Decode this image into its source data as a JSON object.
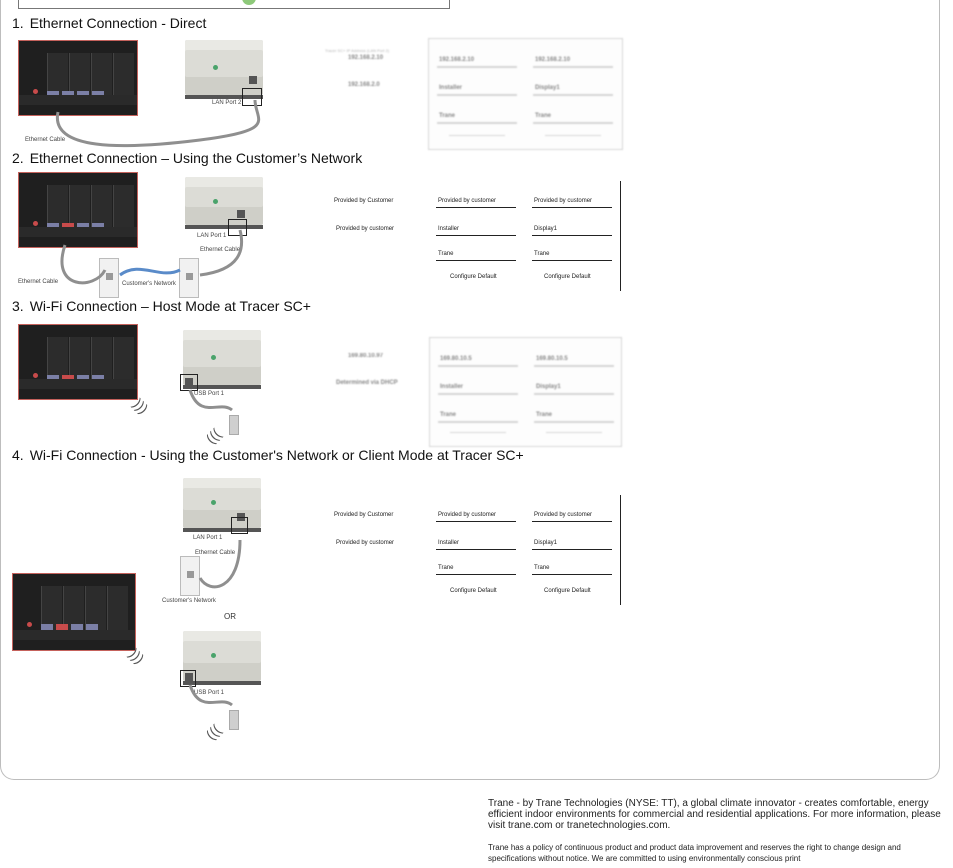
{
  "sections": [
    {
      "number": "1.",
      "title": "Ethernet Connection - Direct"
    },
    {
      "number": "2.",
      "title": "Ethernet Connection – Using the Customer’s Network"
    },
    {
      "number": "3.",
      "title": "Wi-Fi Connection – Host Mode at Tracer SC+"
    },
    {
      "number": "4.",
      "title": "Wi-Fi Connection - Using the Customer's Network or Client Mode at Tracer SC+"
    }
  ],
  "diagram_labels": {
    "lan_port_2": "LAN Port 2",
    "lan_port_1": "LAN Port 1",
    "usb_port_1": "USB Port 1",
    "ethernet_cable": "Ethernet Cable",
    "customers_network": "Customer's Network",
    "or": "OR"
  },
  "login_forms": {
    "section1": {
      "ip_left": "192.168.2.10",
      "ip_right": "192.168.2.10",
      "ip_left_caption": "Tracer SC+ IP Address (LAN Port 2)",
      "subnet": "192.168.2.0",
      "user_left": "Installer",
      "user_right": "Display1",
      "pass_left": "Trane",
      "pass_right": "Trane"
    },
    "section2": {
      "ip_top": "Provided by Customer",
      "ip_mid": "Provided by customer",
      "user_left": "Installer",
      "user_right": "Display1",
      "pass_left": "Trane",
      "pass_right": "Trane",
      "btn_left": "Configure Default",
      "btn_right": "Configure Default",
      "ip_left": "Provided by customer",
      "ip_right": "Provided by customer"
    },
    "section3": {
      "ip_left": "169.80.10.5",
      "ip_right": "169.80.10.5",
      "subnet_top": "169.80.10.97",
      "subnet_bottom": "Determined via DHCP",
      "user_left": "Installer",
      "user_right": "Display1",
      "pass_left": "Trane",
      "pass_right": "Trane"
    },
    "section4": {
      "ip_top": "Provided by Customer",
      "ip_mid": "Provided by customer",
      "ip_left": "Provided by customer",
      "ip_right": "Provided by customer",
      "user_left": "Installer",
      "user_right": "Display1",
      "pass_left": "Trane",
      "pass_right": "Trane",
      "btn_left": "Configure Default",
      "btn_right": "Configure Default"
    }
  },
  "footer": {
    "para1": "Trane - by Trane Technologies (NYSE: TT), a global climate innovator - creates comfortable, energy efficient indoor environments for commercial and residential applications. For more information, please visit trane.com or tranetechnologies.com.",
    "para2": "Trane has a policy of continuous product and product data improvement and reserves the right to change design and specifications without notice. We are committed to using environmentally conscious print"
  }
}
